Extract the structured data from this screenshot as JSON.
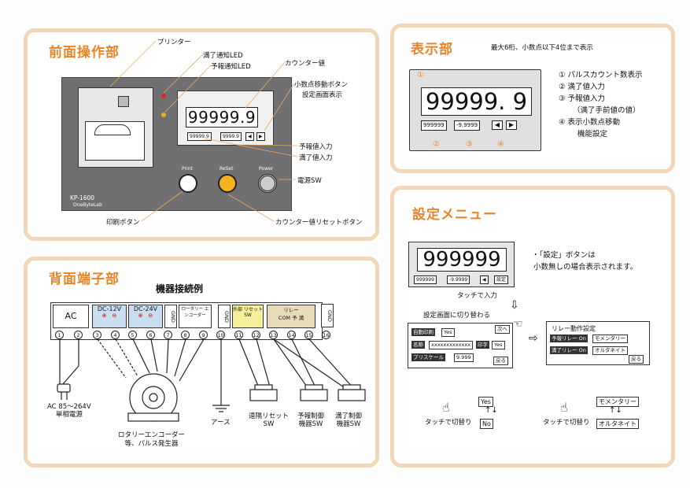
{
  "front": {
    "title": "前面操作部",
    "printer": "プリンター",
    "led_full": "満了通知LED",
    "led_warn": "予報通知LED",
    "counter_value": "カウンター値",
    "decimal_btn": "小数点移動ボタン",
    "setting_screen": "設定画面表示",
    "warn_input": "予報値入力",
    "full_input": "満了値入力",
    "power_sw": "電源SW",
    "print_btn": "印刷ボタン",
    "reset_btn": "カウンター値リセットボタン",
    "display_value": "99999.9",
    "mini_warn": "99999.9",
    "mini_full": "9999.9",
    "model": "KP-1600",
    "maker": "OneByteLab",
    "btn_print": "Print",
    "btn_reset": "ReSet",
    "btn_power": "Power"
  },
  "rear": {
    "title": "背面端子部",
    "subtitle": "機器接続例",
    "ac": "AC",
    "dc12": "DC-12V",
    "dc24": "DC-24V",
    "gnd": "GND",
    "rotary": "ロータリー エンコーダー",
    "ext_reset": "外部 リセットSW",
    "relay": "リレー",
    "com": "COM",
    "yo": "予",
    "man": "満",
    "nums": [
      "1",
      "2",
      "3",
      "4",
      "5",
      "6",
      "7",
      "8",
      "9",
      "10",
      "11",
      "12",
      "13",
      "14",
      "15",
      "16"
    ],
    "ac_label": "AC 85〜264V\n単相電源",
    "encoder_label": "ロタリーエンコーダー\n等、パルス発生器",
    "earth": "アース",
    "remote_reset": "遠隔リセット\nSW",
    "warn_sw": "予報制御\n機器SW",
    "full_sw": "満了制御\n機器SW"
  },
  "display": {
    "title": "表示部",
    "note": "最大6桁、小数点以下4位まで表示",
    "value": "99999. 9",
    "mini1": "999999",
    "mini2": "-9.9999",
    "items": [
      "① パルスカウント数表示",
      "② 満了値入力",
      "③ 予報値入力",
      "（満了手前値の値）",
      "④ 表示小数点移動",
      "機能設定"
    ],
    "marks": [
      "①",
      "②",
      "③",
      "④"
    ]
  },
  "settings": {
    "title": "設定メニュー",
    "value": "999999",
    "mini1": "999999",
    "mini2": "-9.9999",
    "set_btn": "設定",
    "touch_input": "タッチで入力",
    "note1": "・「設定」ボタンは",
    "note2": "小数無しの場合表示されます。",
    "switch_screen": "設定画面に切り替わる",
    "auto_print": "自動印刷",
    "yes": "Yes",
    "next": "次へ",
    "name": "名称",
    "name_val": "xxxxxxxxxxxxx",
    "print_char": "印字",
    "prescale": "プリスケール",
    "prescale_val": "9.999",
    "back": "戻る",
    "relay_title": "リレー動作設定",
    "warn_relay": "予報リレー",
    "full_relay": "満了リレー",
    "on": "On",
    "momentary": "モメンタリー",
    "alternate": "オルタネイト",
    "toggle_label": "タッチで切替り",
    "no": "No"
  },
  "colors": {
    "accent": "#e8852a",
    "panel_border": "#f2d6b8"
  }
}
